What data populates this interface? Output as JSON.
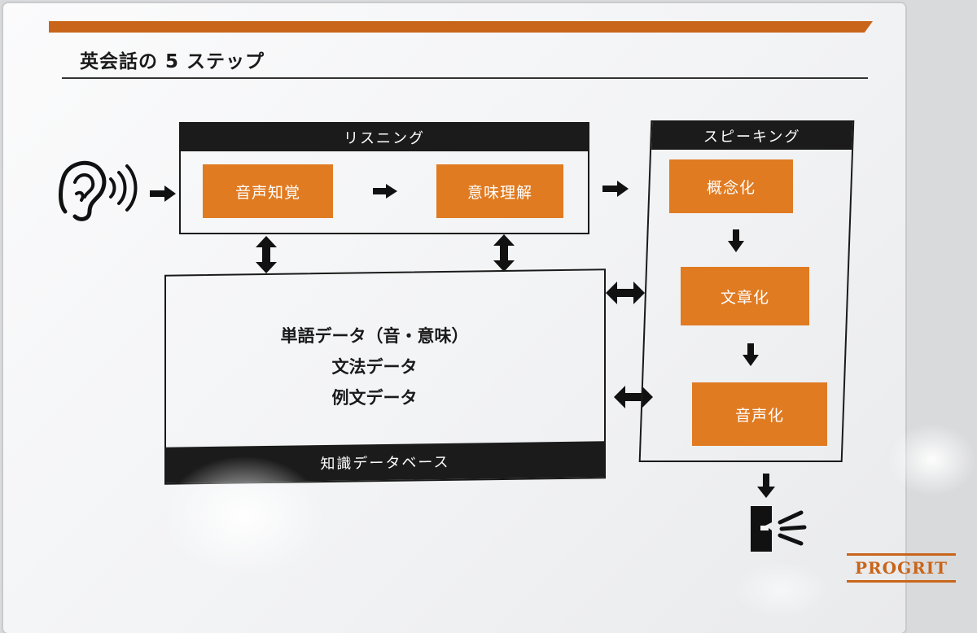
{
  "title": "英会話の 5 ステップ",
  "listening": {
    "label": "リスニング",
    "steps": [
      "音声知覚",
      "意味理解"
    ]
  },
  "speaking": {
    "label": "スピーキング",
    "steps": [
      "概念化",
      "文章化",
      "音声化"
    ]
  },
  "knowledge": {
    "label": "知識データベース",
    "lines": [
      "単語データ（音・意味）",
      "文法データ",
      "例文データ"
    ]
  },
  "logo": "PROGRIT",
  "colors": {
    "accent": "#e07b22",
    "bar": "#c9651a",
    "label_bg": "#1b1b1b"
  },
  "icons": [
    "ear-icon",
    "speaking-mouth-icon"
  ]
}
